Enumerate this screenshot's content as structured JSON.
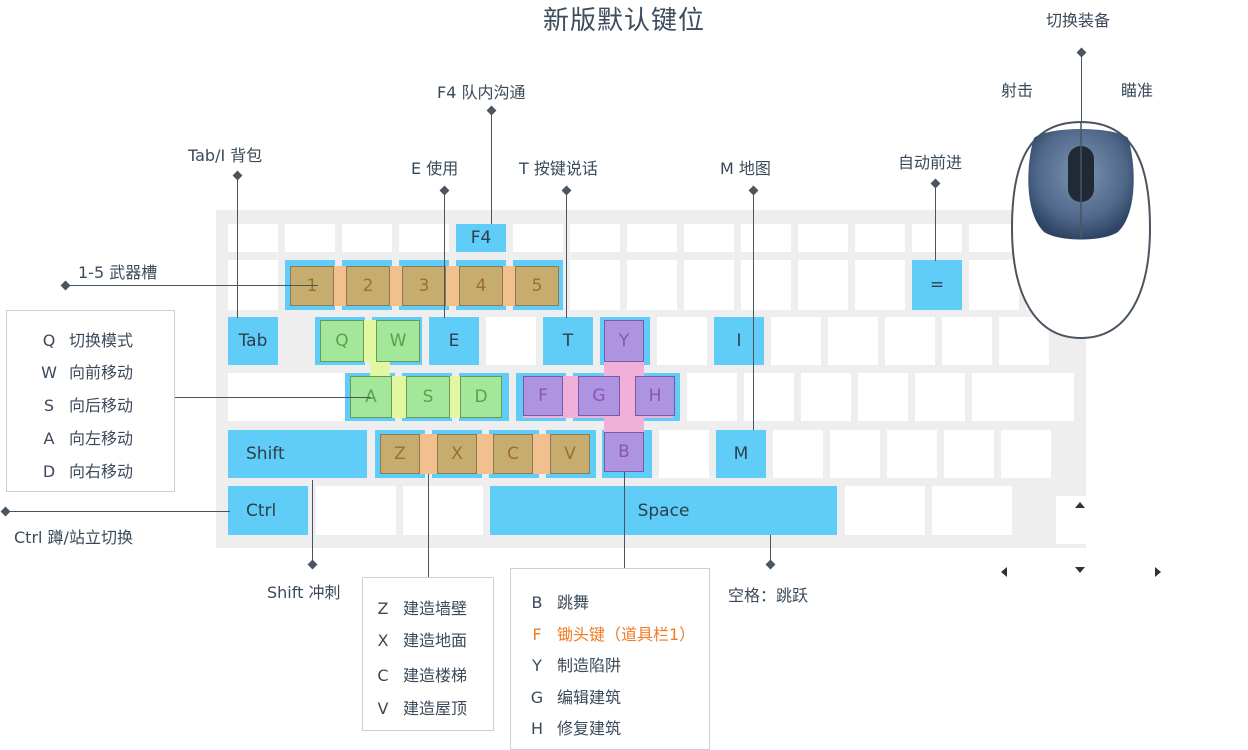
{
  "title": "新版默认键位",
  "keys": {
    "f4": "F4",
    "eq": "=",
    "tab": "Tab",
    "e": "E",
    "t": "T",
    "i": "I",
    "shift": "Shift",
    "m": "M",
    "ctrl": "Ctrl",
    "space": "Space",
    "n1": "1",
    "n2": "2",
    "n3": "3",
    "n4": "4",
    "n5": "5",
    "q": "Q",
    "w": "W",
    "a": "A",
    "s": "S",
    "d": "D",
    "f": "F",
    "g": "G",
    "h": "H",
    "y": "Y",
    "b": "B",
    "z": "Z",
    "x": "X",
    "c": "C",
    "v": "V"
  },
  "labels": {
    "f4": "F4  队内沟通",
    "tab": "Tab/I 背包",
    "e": "E 使用",
    "t": "T  按键说话",
    "m": "M  地图",
    "auto": "自动前进",
    "weapons": "1-5  武器槽",
    "ctrl": "Ctrl  蹲/站立切换",
    "shift": "Shift  冲刺",
    "space": "空格：跳跃"
  },
  "move_box": [
    {
      "key": "Q",
      "text": "切换模式"
    },
    {
      "key": "W",
      "text": "向前移动"
    },
    {
      "key": "S",
      "text": "向后移动"
    },
    {
      "key": "A",
      "text": "向左移动"
    },
    {
      "key": "D",
      "text": "向右移动"
    }
  ],
  "build_box": [
    {
      "key": "Z",
      "text": "建造墙壁"
    },
    {
      "key": "X",
      "text": "建造地面"
    },
    {
      "key": "C",
      "text": "建造楼梯"
    },
    {
      "key": "V",
      "text": "建造屋顶"
    }
  ],
  "action_box": [
    {
      "key": "B",
      "text": "跳舞",
      "hot": false
    },
    {
      "key": "F",
      "text": "锄头键（道具栏1）",
      "hot": true
    },
    {
      "key": "Y",
      "text": "制造陷阱",
      "hot": false
    },
    {
      "key": "G",
      "text": "编辑建筑",
      "hot": false
    },
    {
      "key": "H",
      "text": "修复建筑",
      "hot": false
    }
  ],
  "mouse": {
    "switch": "切换装备",
    "fire": "射击",
    "aim": "瞄准"
  },
  "colors": {
    "key_highlight": "#5fcdf8",
    "build_overlay": "#c6ac6e",
    "move_overlay": "#a3e79a",
    "edit_overlay": "#ad93e0",
    "hot_text": "#f07a24"
  }
}
